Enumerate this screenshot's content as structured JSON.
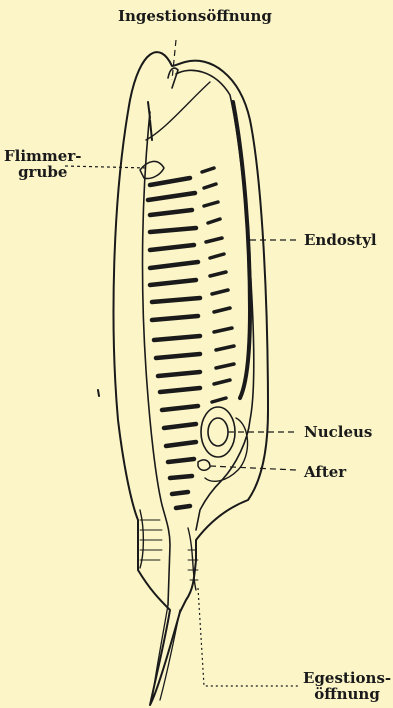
{
  "labels": {
    "ingestion": "Ingestionsöffnung",
    "flimmer_line1": "Flimmer-",
    "flimmer_line2": "grube",
    "endostyl": "Endostyl",
    "nucleus": "Nucleus",
    "after": "After",
    "egestion_line1": "Egestions-",
    "egestion_line2": "öffnung"
  },
  "colors": {
    "paper": "#fbf5c8",
    "ink": "#1a1a1a"
  }
}
